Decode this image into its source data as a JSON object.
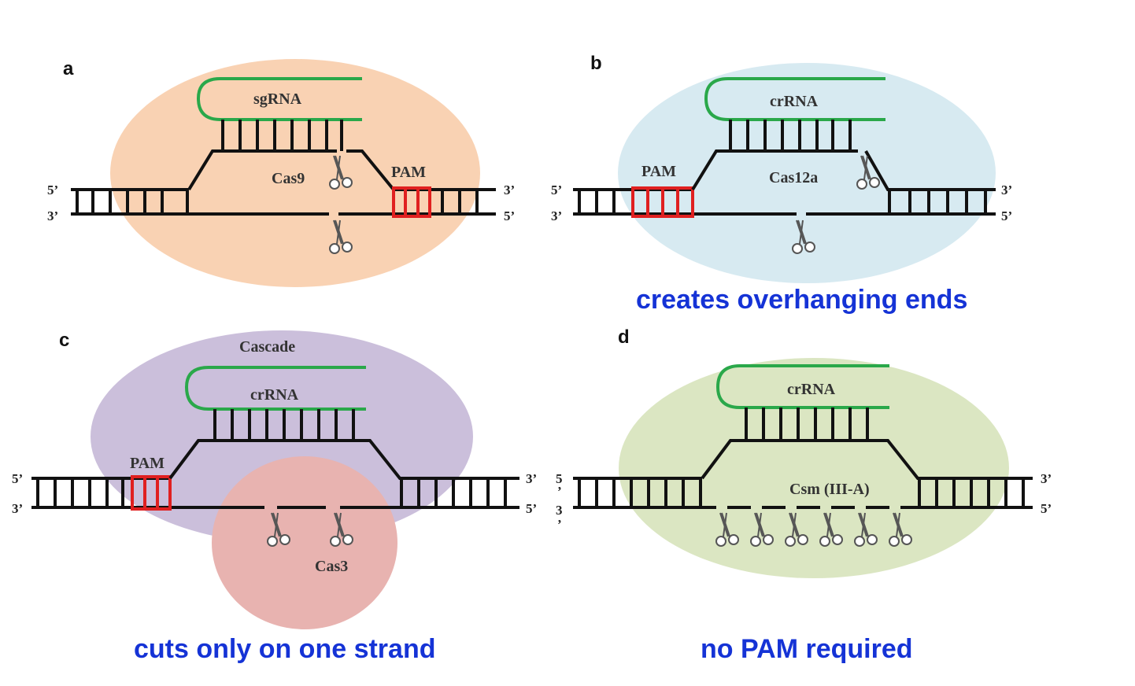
{
  "colors": {
    "cas9_blob": "#f9d2b3",
    "cas12a_blob": "#d7eaf1",
    "cascade_blob": "#cbbfdb",
    "cas3_blob": "#e8b3b0",
    "csm_blob": "#dbe6c2",
    "rna": "#2aa84a",
    "pam": "#e02020",
    "dna": "#111111",
    "annotation": "#1533d6"
  },
  "panels": {
    "a": {
      "letter": "a",
      "guide": "sgRNA",
      "enzyme": "Cas9",
      "pam": "PAM",
      "top_left": "5’",
      "bottom_left": "3’",
      "top_right": "3’",
      "bottom_right": "5’"
    },
    "b": {
      "letter": "b",
      "guide": "crRNA",
      "enzyme": "Cas12a",
      "pam": "PAM",
      "top_left": "5’",
      "bottom_left": "3’",
      "top_right": "3’",
      "bottom_right": "5’",
      "note": "creates overhanging ends"
    },
    "c": {
      "letter": "c",
      "complex": "Cascade",
      "guide": "crRNA",
      "enzyme": "Cas3",
      "pam": "PAM",
      "top_left": "5’",
      "bottom_left": "3’",
      "top_right": "3’",
      "bottom_right": "5’",
      "note": "cuts only on one strand"
    },
    "d": {
      "letter": "d",
      "guide": "crRNA",
      "enzyme": "Csm (III-A)",
      "top_left": "5",
      "top_left_mark": "’",
      "bottom_left": "3",
      "bottom_left_mark": "’",
      "top_right": "3’",
      "bottom_right": "5’",
      "note": "no PAM required"
    }
  },
  "icons": {
    "scissors": "scissors-icon"
  }
}
